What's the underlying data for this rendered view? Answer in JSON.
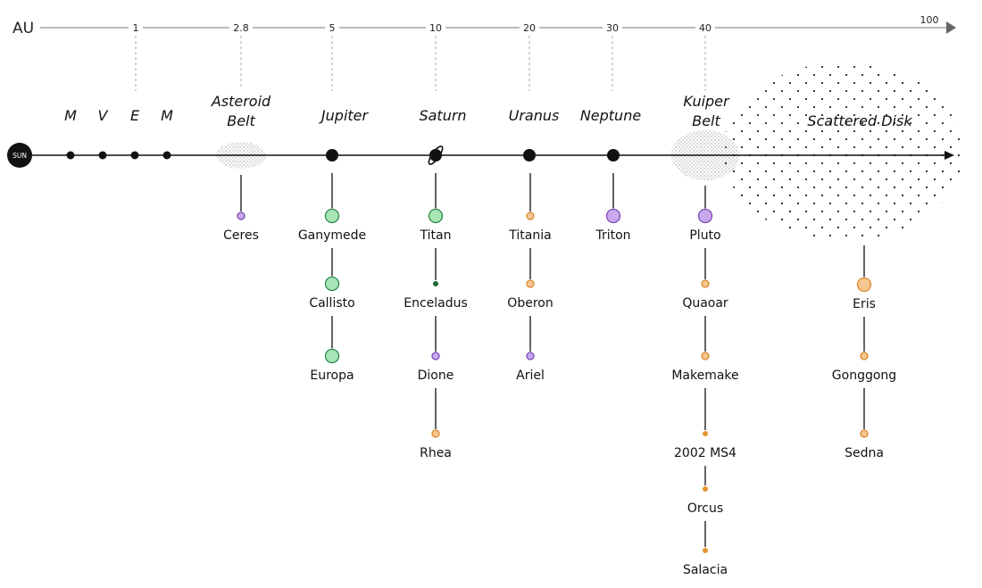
{
  "au_scale": {
    "label": "AU",
    "ticks": [
      "1",
      "2.8",
      "5",
      "10",
      "20",
      "30",
      "40",
      "100"
    ]
  },
  "sun": {
    "label": "SUN"
  },
  "inner_planets": [
    "M",
    "V",
    "E",
    "M"
  ],
  "regions": {
    "asteroid_belt": [
      "Asteroid",
      "Belt"
    ],
    "jupiter": "Jupiter",
    "saturn": "Saturn",
    "uranus": "Uranus",
    "neptune": "Neptune",
    "kuiper_belt": [
      "Kuiper",
      "Belt"
    ],
    "scattered_disk": "Scattered Disk"
  },
  "colors": {
    "green": "#a8e6b8",
    "purple": "#c9a8ee",
    "orange": "#f6c690",
    "dark_orange": "#e8922e",
    "dark_green": "#1e6b2e"
  },
  "bodies": {
    "asteroid_belt": [
      {
        "name": "Ceres",
        "color": "purple"
      }
    ],
    "jupiter": [
      {
        "name": "Ganymede",
        "color": "green"
      },
      {
        "name": "Callisto",
        "color": "green"
      },
      {
        "name": "Europa",
        "color": "green"
      }
    ],
    "saturn": [
      {
        "name": "Titan",
        "color": "green"
      },
      {
        "name": "Enceladus",
        "color": "dark_green"
      },
      {
        "name": "Dione",
        "color": "purple"
      },
      {
        "name": "Rhea",
        "color": "orange"
      }
    ],
    "uranus": [
      {
        "name": "Titania",
        "color": "orange"
      },
      {
        "name": "Oberon",
        "color": "orange"
      },
      {
        "name": "Ariel",
        "color": "purple"
      }
    ],
    "neptune": [
      {
        "name": "Triton",
        "color": "purple"
      }
    ],
    "kuiper_belt": [
      {
        "name": "Pluto",
        "color": "purple"
      },
      {
        "name": "Quaoar",
        "color": "orange"
      },
      {
        "name": "Makemake",
        "color": "orange"
      },
      {
        "name": "2002 MS4",
        "color": "dark_orange"
      },
      {
        "name": "Orcus",
        "color": "dark_orange"
      },
      {
        "name": "Salacia",
        "color": "dark_orange"
      }
    ],
    "scattered_disk": [
      {
        "name": "Eris",
        "color": "orange"
      },
      {
        "name": "Gonggong",
        "color": "orange"
      },
      {
        "name": "Sedna",
        "color": "orange"
      }
    ]
  }
}
